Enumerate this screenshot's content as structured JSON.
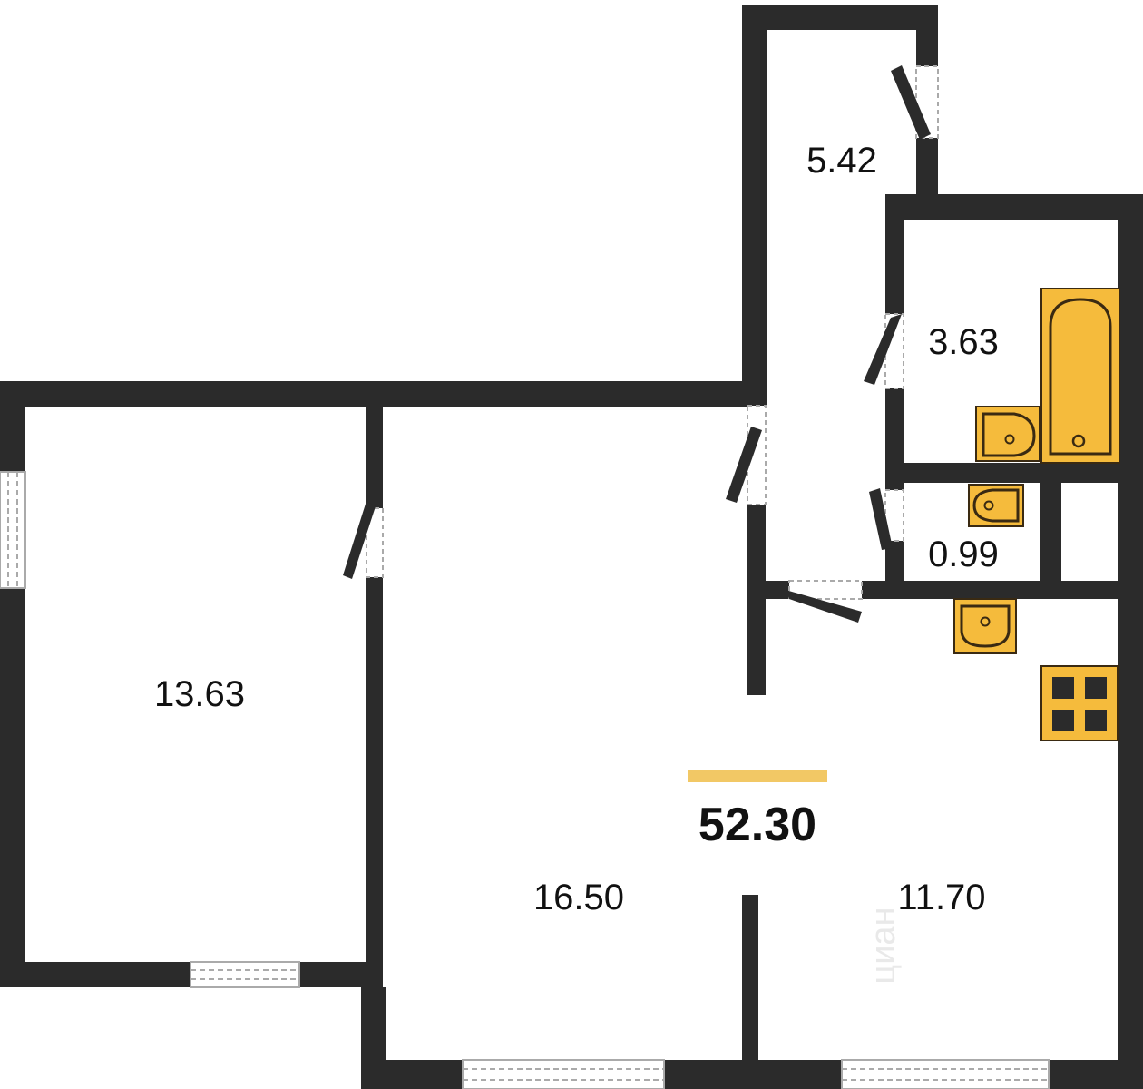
{
  "colors": {
    "wall": "#2b2b2b",
    "accent": "#f2c865",
    "fixture": "#f5bb3c",
    "fixture_stroke": "#3a2a12",
    "window": "#aaaaaa",
    "background": "#ffffff"
  },
  "rooms": {
    "corridor": {
      "area": "5.42"
    },
    "bathroom": {
      "area": "3.63"
    },
    "toilet": {
      "area": "0.99"
    },
    "bedroom": {
      "area": "13.63"
    },
    "living": {
      "area": "16.50"
    },
    "kitchen": {
      "area": "11.70"
    }
  },
  "total_area": "52.30",
  "watermark": "циан",
  "icons": {
    "bathtub": "bathtub-icon",
    "sink": "sink-icon",
    "toilet": "toilet-icon",
    "stove": "stove-icon",
    "door": "door-swing-icon",
    "window": "window-icon",
    "logo": "cian-logo-icon"
  }
}
